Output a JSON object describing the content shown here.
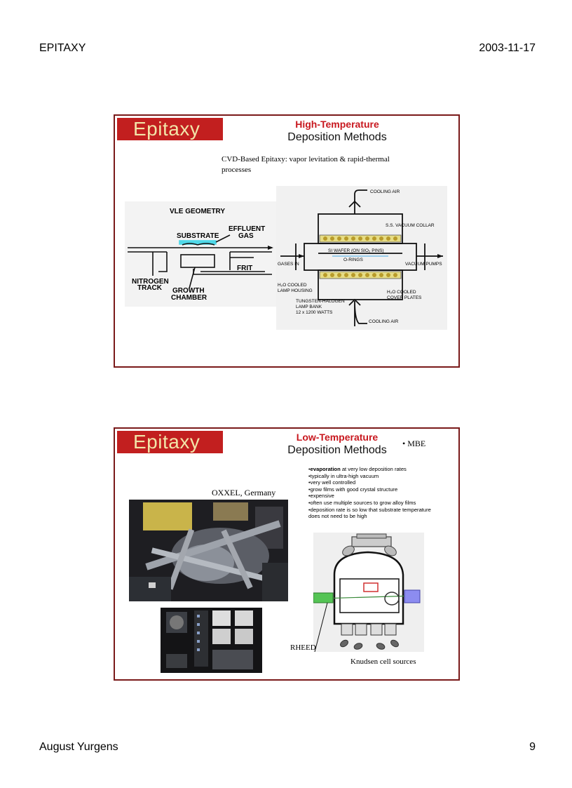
{
  "page": {
    "header_left": "EPITAXY",
    "header_right": "2003-11-17",
    "footer_left": "August Yurgens",
    "footer_right": "9"
  },
  "slide1": {
    "banner": "Epitaxy",
    "title_line1": "High-Temperature",
    "title_line2": "Deposition Methods",
    "subtitle": "CVD-Based Epitaxy: vapor levitation & rapid-thermal processes",
    "vle_diagram": {
      "title": "VLE GEOMETRY",
      "substrate": "SUBSTRATE",
      "effluent": "EFFLUENT",
      "gas": "GAS",
      "frit": "FRIT",
      "nitrogen": "NITROGEN",
      "track": "TRACK",
      "growth": "GROWTH",
      "chamber": "CHAMBER"
    },
    "rtp_diagram": {
      "cooling_air_top": "COOLING AIR",
      "vacuum_collar": "S.S. VACUUM COLLAR",
      "wafer": "SI WAFER (ON SIO₂ PINS)",
      "orings": "O-RINGS",
      "gases_in": "GASES IN",
      "vacuum_pumps": "VACUUM PUMPS",
      "lamp_housing_1": "H₂O COOLED",
      "lamp_housing_2": "LAMP HOUSING",
      "cover_plates_1": "H₂O COOLED",
      "cover_plates_2": "COVER PLATES",
      "lamp_bank_1": "TUNGSTEN-HALOGEN",
      "lamp_bank_2": "LAMP BANK",
      "lamp_bank_3": "12 x 1200 WATTS",
      "cooling_air_bottom": "COOLING AIR"
    }
  },
  "slide2": {
    "banner": "Epitaxy",
    "title_line1": "Low-Temperature",
    "title_line2": "Deposition Methods",
    "mbe": "• MBE",
    "photo_caption": "OXXEL, Germany",
    "bullets": [
      {
        "bold": "evaporation",
        "text": " at very low deposition rates"
      },
      {
        "bold": "",
        "text": "typically in ultra-high vacuum"
      },
      {
        "bold": "",
        "text": "very well controlled"
      },
      {
        "bold": "",
        "text": "grow films with good crystal structure"
      },
      {
        "bold": "",
        "text": "expensive"
      },
      {
        "bold": "",
        "text": "often use multiple sources to grow alloy films"
      },
      {
        "bold": "",
        "text": "deposition rate is so low that substrate temperature"
      },
      {
        "bold": "",
        "text": " does not need to be high"
      }
    ],
    "bullet_marker": "•",
    "rheed": "RHEED",
    "knudsen": "Knudsen cell sources"
  }
}
